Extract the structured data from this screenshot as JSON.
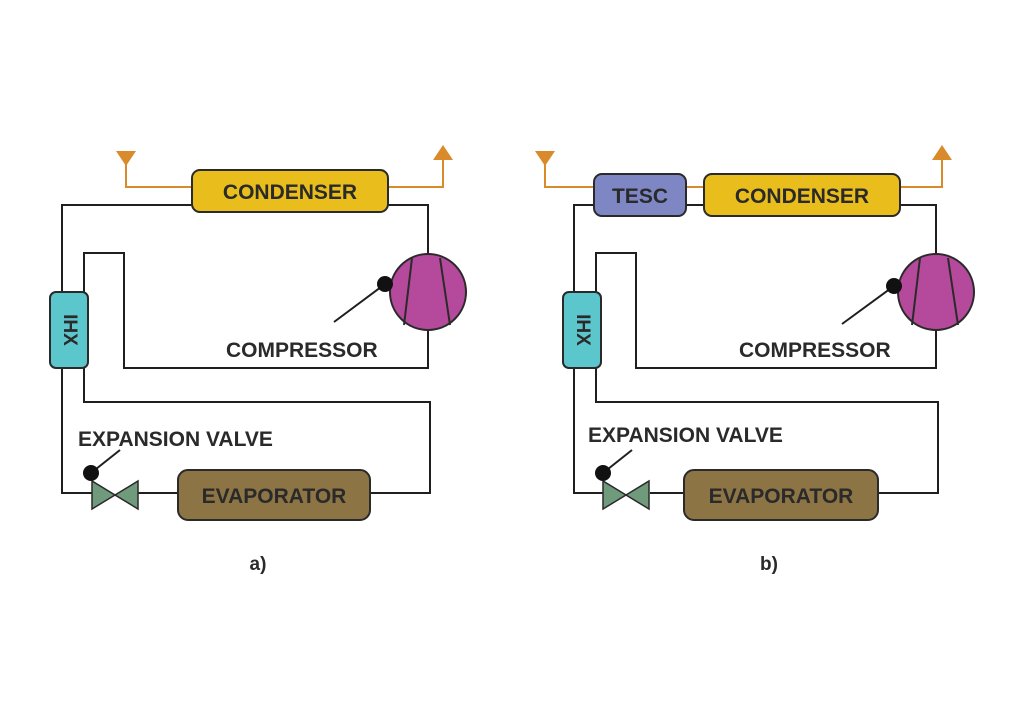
{
  "colors": {
    "condenser": "#e8bd1c",
    "evaporator": "#8d7445",
    "ihx": "#5cc6cd",
    "tesc": "#7e86c4",
    "compressor": "#b5499c",
    "valve": "#6f9a7c",
    "water_pipe": "#d98a2b",
    "refrigerant_line": "#1f1f1f"
  },
  "panel_a": {
    "condenser": "CONDENSER",
    "ihx": "IHX",
    "compressor": "COMPRESSOR",
    "expansion_valve": "EXPANSION VALVE",
    "evaporator": "EVAPORATOR",
    "caption": "a)"
  },
  "panel_b": {
    "tesc": "TESC",
    "condenser": "CONDENSER",
    "ihx": "IHX",
    "compressor": "COMPRESSOR",
    "expansion_valve": "EXPANSION VALVE",
    "evaporator": "EVAPORATOR",
    "caption": "b)"
  }
}
